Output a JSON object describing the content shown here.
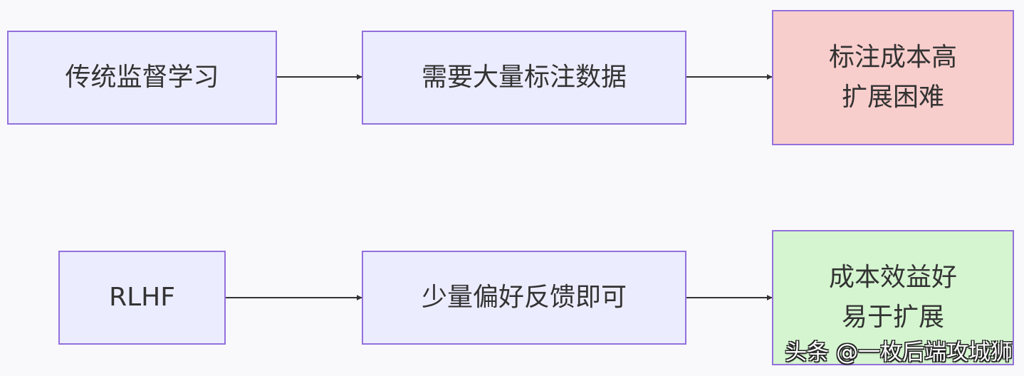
{
  "colors": {
    "node_fill": "#ececff",
    "node_border": "#9370db",
    "high_cost_fill": "#f8cecc",
    "low_cost_fill": "#d5f5d0",
    "edge": "#333333",
    "background": "#f9f9fc"
  },
  "rows": [
    {
      "source": "传统监督学习",
      "requirement": "需要大量标注数据",
      "outcome": [
        "标注成本高",
        "扩展困难"
      ]
    },
    {
      "source": "RLHF",
      "requirement": "少量偏好反馈即可",
      "outcome": [
        "成本效益好",
        "易于扩展"
      ]
    }
  ],
  "watermark": "头条 @一枚后端攻城狮"
}
